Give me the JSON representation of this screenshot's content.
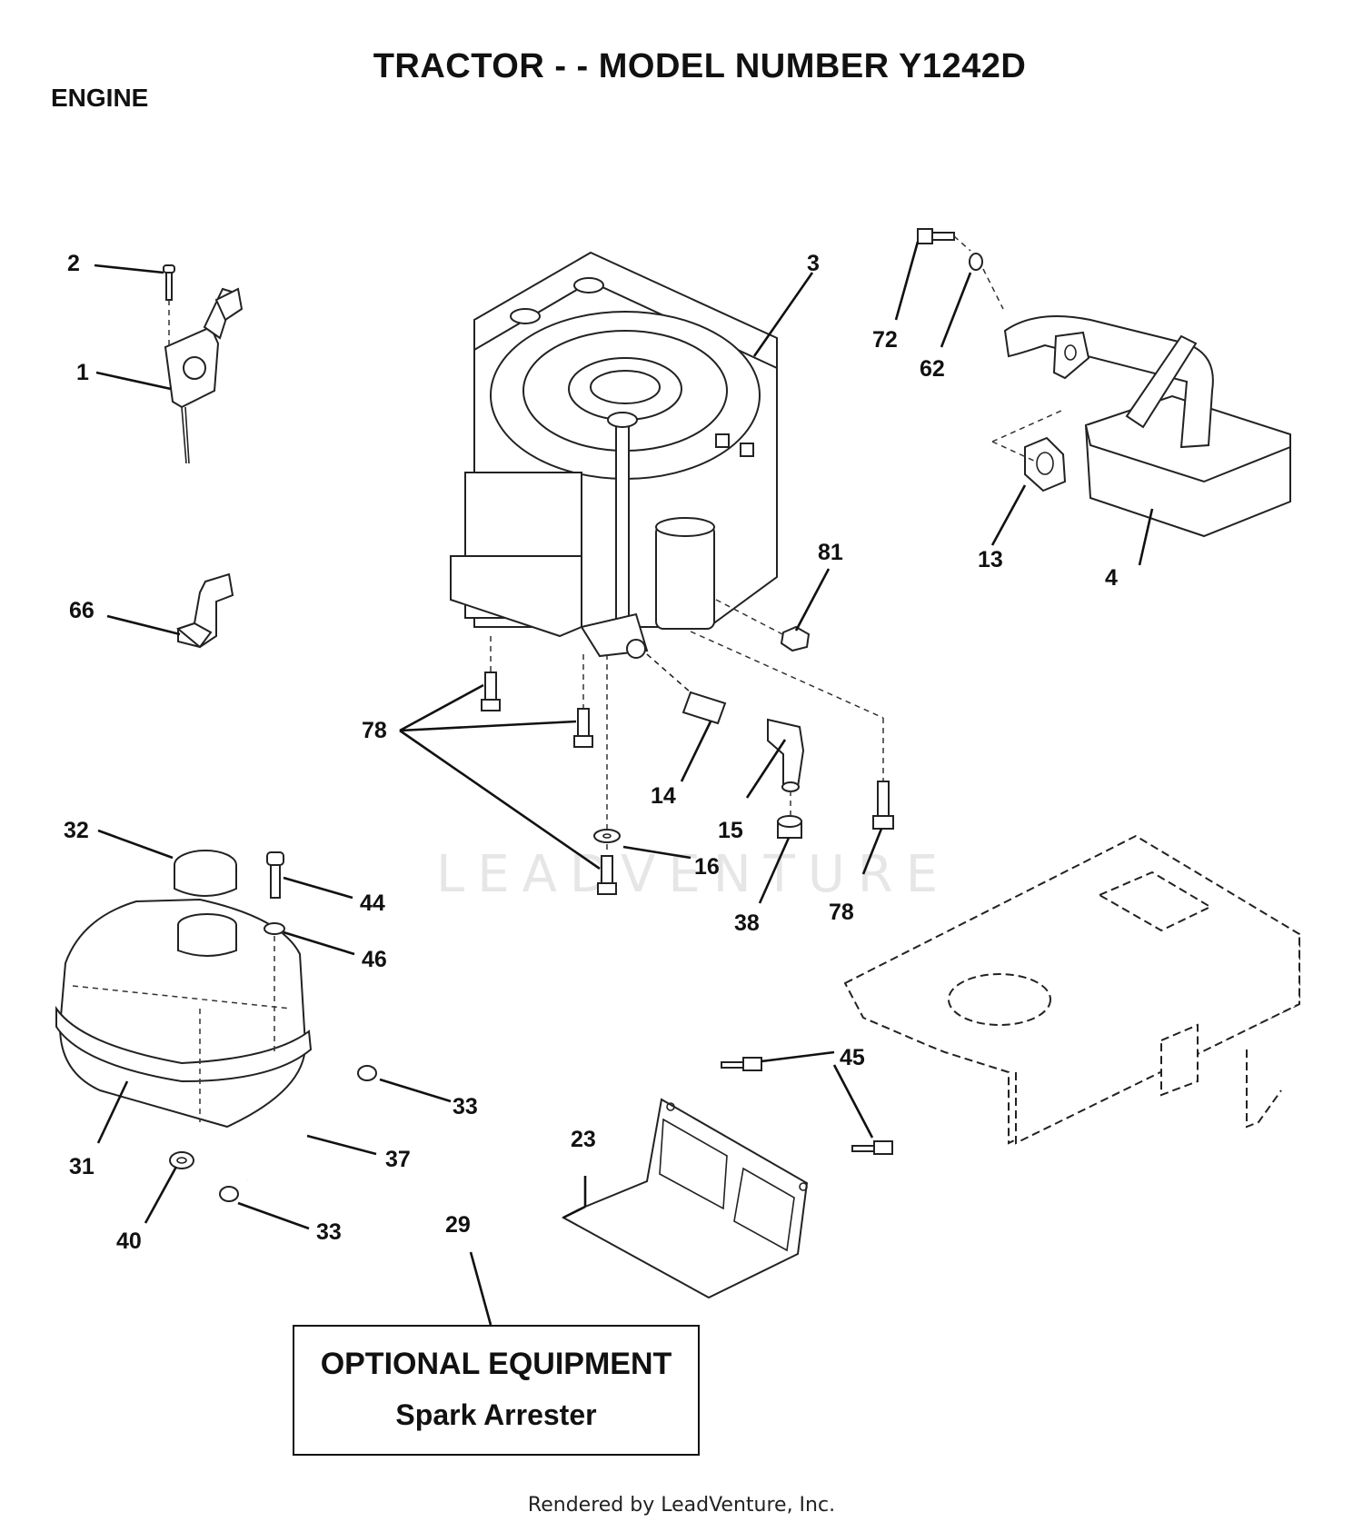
{
  "title": "TRACTOR - - MODEL NUMBER Y1242D",
  "section": "ENGINE",
  "watermark": "LEADVENTURE",
  "callouts": {
    "c1": "1",
    "c2": "2",
    "c3": "3",
    "c4": "4",
    "c13": "13",
    "c14": "14",
    "c15": "15",
    "c16": "16",
    "c23": "23",
    "c29": "29",
    "c31": "31",
    "c32": "32",
    "c33a": "33",
    "c33b": "33",
    "c37": "37",
    "c38": "38",
    "c40": "40",
    "c44": "44",
    "c45": "45",
    "c46": "46",
    "c62": "62",
    "c66": "66",
    "c72": "72",
    "c78a": "78",
    "c78b": "78",
    "c81": "81"
  },
  "optional_box": {
    "line1": "OPTIONAL EQUIPMENT",
    "line2": "Spark Arrester"
  },
  "footer": "Rendered by LeadVenture, Inc."
}
